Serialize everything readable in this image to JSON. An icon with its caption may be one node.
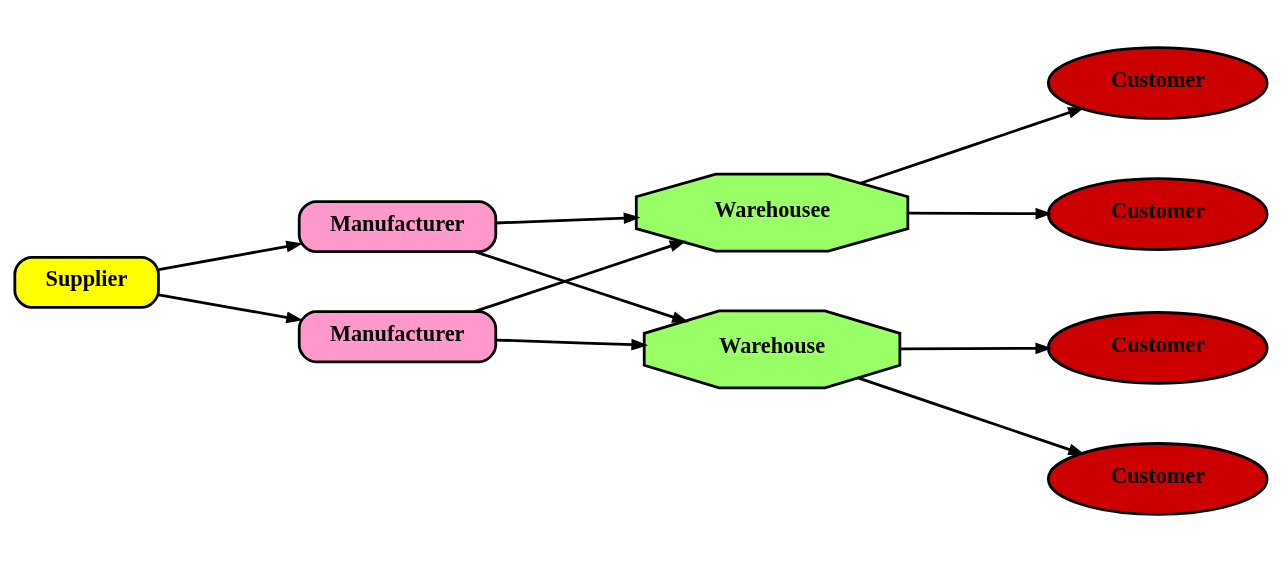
{
  "diagram": {
    "nodes": [
      {
        "text": [
          "Supplier"
        ]
      },
      {
        "text": [
          "Manufacturer"
        ]
      },
      {
        "text": [
          "Manufacturer"
        ]
      },
      {
        "text": [
          "Warehousee"
        ]
      },
      {
        "text": [
          "Warehouse"
        ]
      },
      {
        "text": [
          "Customer"
        ]
      },
      {
        "text": [
          "Customer"
        ]
      },
      {
        "text": [
          "Customer"
        ]
      },
      {
        "text": [
          "Customer"
        ]
      }
    ],
    "edges": [
      {
        "from": 0,
        "to": 1,
        "arrow": "to"
      },
      {
        "from": 0,
        "to": 2,
        "arrow": "to"
      },
      {
        "from": 1,
        "to": 3,
        "arrow": "to"
      },
      {
        "from": 1,
        "to": 4,
        "arrow": "to"
      },
      {
        "from": 2,
        "to": 3,
        "arrow": "to"
      },
      {
        "from": 2,
        "to": 4,
        "arrow": "to"
      },
      {
        "from": 3,
        "to": 5,
        "arrow": "to"
      },
      {
        "from": 3,
        "to": 6,
        "arrow": "to"
      },
      {
        "from": 4,
        "to": 7,
        "arrow": "to"
      },
      {
        "from": 4,
        "to": 8,
        "arrow": "to"
      }
    ]
  }
}
